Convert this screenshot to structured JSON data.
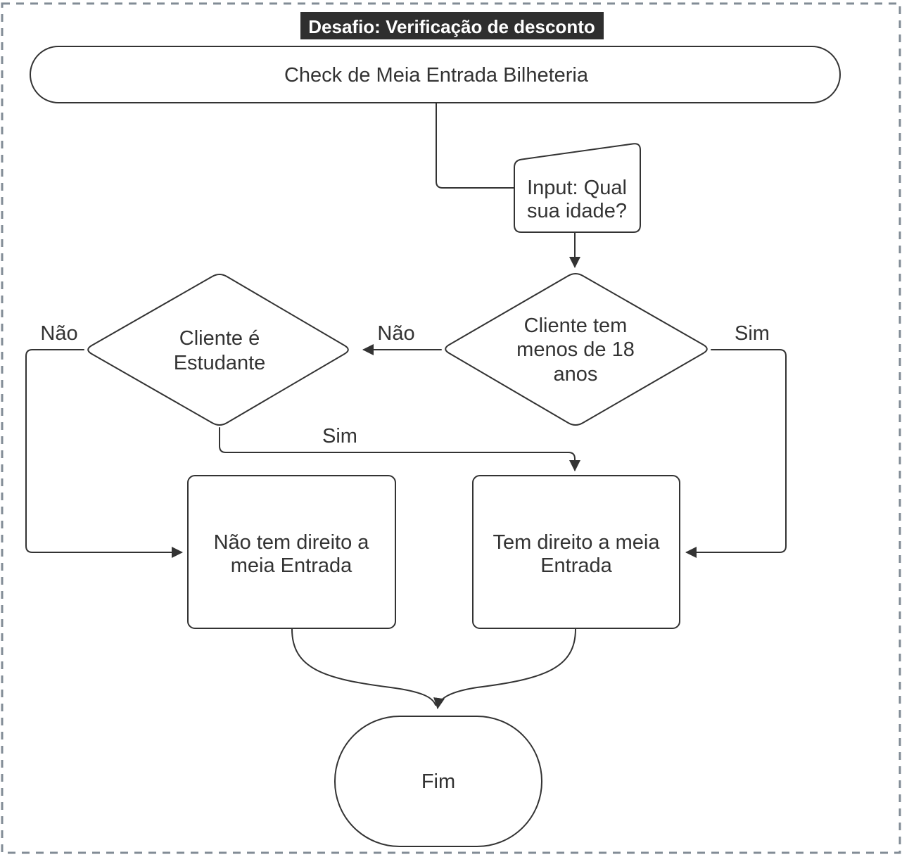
{
  "title": "Desafio: Verificação de desconto",
  "nodes": {
    "start": {
      "type": "terminator",
      "label": "Check de Meia Entrada Bilheteria"
    },
    "input": {
      "type": "manual-input",
      "lines": [
        "Input: Qual",
        "sua idade?"
      ]
    },
    "decision_age": {
      "type": "decision",
      "lines": [
        "Cliente tem",
        "menos de 18",
        "anos"
      ]
    },
    "decision_student": {
      "type": "decision",
      "lines": [
        "Cliente é",
        "Estudante"
      ]
    },
    "no_discount": {
      "type": "process",
      "lines": [
        "Não tem direito a",
        "meia Entrada"
      ]
    },
    "discount": {
      "type": "process",
      "lines": [
        "Tem direito a meia",
        "Entrada"
      ]
    },
    "end": {
      "type": "terminator",
      "label": "Fim"
    }
  },
  "edges": {
    "age_no": {
      "label": "Não"
    },
    "age_yes": {
      "label": "Sim"
    },
    "student_no": {
      "label": "Não"
    },
    "student_yes": {
      "label": "Sim"
    }
  },
  "colors": {
    "stroke": "#333333",
    "text": "#333333",
    "title_bg": "#2f2f2f",
    "title_text": "#ffffff",
    "page_border": "#828c96",
    "canvas_bg": "#ffffff"
  }
}
